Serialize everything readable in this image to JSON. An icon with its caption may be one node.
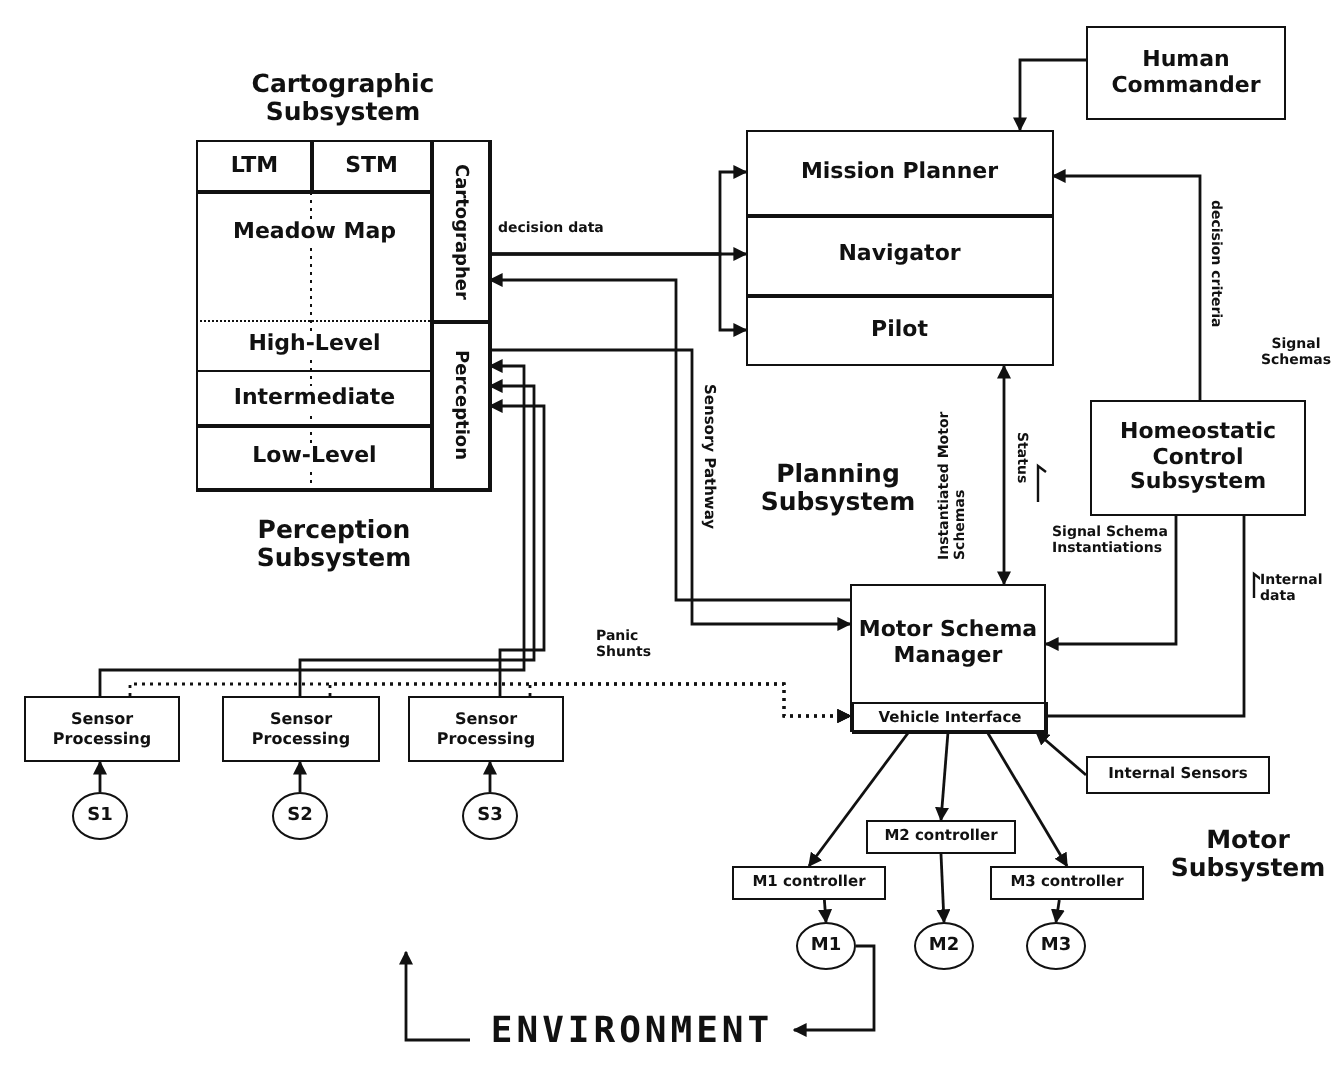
{
  "diagram": {
    "nodes": [
      {
        "text": [
          "Cartographic Subsystem"
        ]
      },
      {
        "text": [
          "LTM"
        ],
        "in": 0
      },
      {
        "text": [
          "STM"
        ],
        "in": 0
      },
      {
        "text": [
          "Meadow Map"
        ],
        "in": 0
      },
      {
        "text": [
          "High-Level"
        ],
        "in": 0
      },
      {
        "text": [
          "Intermediate"
        ],
        "in": 0
      },
      {
        "text": [
          "Low-Level"
        ],
        "in": 0
      },
      {
        "text": [
          "Cartographer"
        ],
        "in": 0
      },
      {
        "text": [
          "Perception"
        ],
        "in": 0
      },
      {
        "text": [
          "Mission Planner"
        ]
      },
      {
        "text": [
          "Navigator"
        ]
      },
      {
        "text": [
          "Pilot"
        ]
      },
      {
        "text": [
          "Human Commander"
        ]
      },
      {
        "text": [
          "Homeostatic Control Subsystem"
        ]
      },
      {
        "text": [
          "Motor Schema Manager"
        ]
      },
      {
        "text": [
          "Vehicle Interface"
        ],
        "in": 14
      },
      {
        "text": [
          "Internal Sensors"
        ]
      },
      {
        "text": [
          "Sensor Processing"
        ]
      },
      {
        "text": [
          "Sensor Processing"
        ]
      },
      {
        "text": [
          "Sensor Processing"
        ]
      },
      {
        "text": [
          "S1"
        ]
      },
      {
        "text": [
          "S2"
        ]
      },
      {
        "text": [
          "S3"
        ]
      },
      {
        "text": [
          "M1 controller"
        ]
      },
      {
        "text": [
          "M2 controller"
        ]
      },
      {
        "text": [
          "M3 controller"
        ]
      },
      {
        "text": [
          "M1"
        ]
      },
      {
        "text": [
          "M2"
        ]
      },
      {
        "text": [
          "M3"
        ]
      },
      {
        "text": [
          "ENVIRONMENT"
        ]
      }
    ],
    "edges": [
      {
        "from": 12,
        "to": 9,
        "arrow": "to"
      },
      {
        "from": 7,
        "to": 9,
        "arrow": "to"
      },
      {
        "from": 7,
        "to": 10,
        "arrow": "to",
        "label": "decision data"
      },
      {
        "from": 7,
        "to": 11,
        "arrow": "to"
      },
      {
        "from": 14,
        "to": 7,
        "arrow": "to"
      },
      {
        "from": 8,
        "to": 14,
        "arrow": "to",
        "label": "Sensory Pathway"
      },
      {
        "from": 17,
        "to": 8,
        "arrow": "to"
      },
      {
        "from": 18,
        "to": 8,
        "arrow": "to"
      },
      {
        "from": 19,
        "to": 8,
        "arrow": "to"
      },
      {
        "from": 17,
        "to": 15,
        "arrow": "to",
        "style": "dashed",
        "label": "Panic Shunts"
      },
      {
        "from": 18,
        "to": 15,
        "arrow": "to",
        "style": "dashed"
      },
      {
        "from": 19,
        "to": 15,
        "arrow": "to",
        "style": "dashed"
      },
      {
        "from": 20,
        "to": 17,
        "arrow": "to"
      },
      {
        "from": 21,
        "to": 18,
        "arrow": "to"
      },
      {
        "from": 22,
        "to": 19,
        "arrow": "to"
      },
      {
        "from": 11,
        "to": 14,
        "arrow": "both",
        "label": "Instantiated Motor Schemas"
      },
      {
        "from": 13,
        "to": 9,
        "arrow": "to",
        "label": "decision criteria"
      },
      {
        "from": 13,
        "to": 14,
        "arrow": "to",
        "label": "Signal Schema Instantiations"
      },
      {
        "from": 15,
        "to": 13,
        "arrow": "none",
        "label": "Internal data"
      },
      {
        "from": 16,
        "to": 15,
        "arrow": "to"
      },
      {
        "from": 15,
        "to": 23,
        "arrow": "to"
      },
      {
        "from": 15,
        "to": 24,
        "arrow": "to"
      },
      {
        "from": 15,
        "to": 25,
        "arrow": "to"
      },
      {
        "from": 23,
        "to": 26,
        "arrow": "to"
      },
      {
        "from": 24,
        "to": 27,
        "arrow": "to"
      },
      {
        "from": 25,
        "to": 28,
        "arrow": "to"
      },
      {
        "from": 26,
        "to": 29,
        "arrow": "to"
      },
      {
        "from": 29,
        "to": null,
        "arrow": "to"
      }
    ],
    "labels": [
      "Signal Schemas",
      "Planning Subsystem",
      "Status",
      "Perception Subsystem",
      "Motor Subsystem"
    ]
  }
}
